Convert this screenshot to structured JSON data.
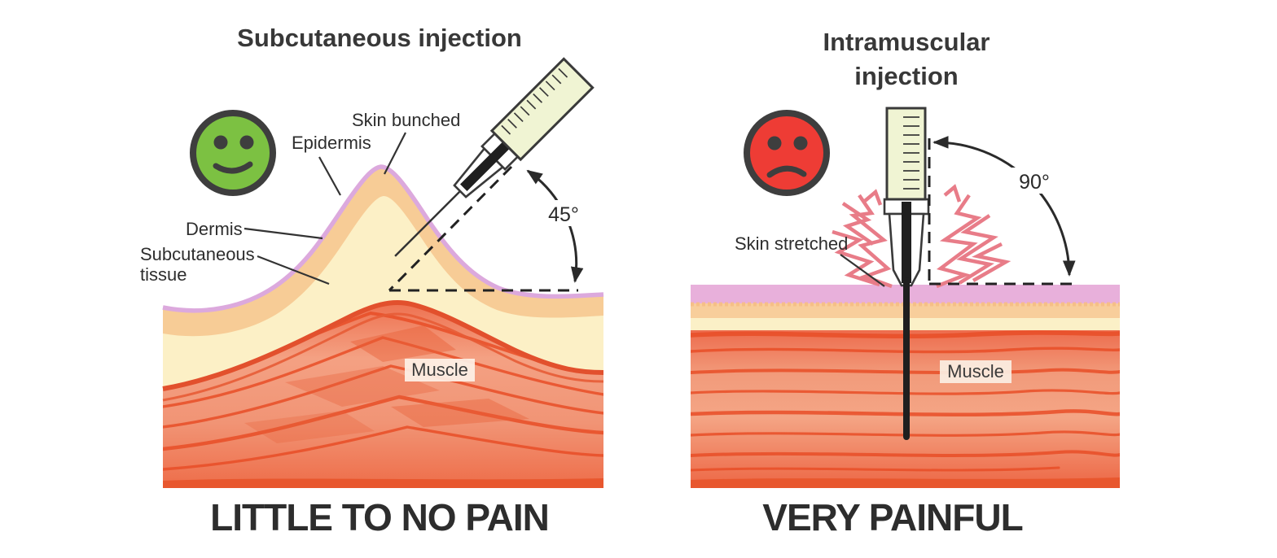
{
  "diagram": {
    "left": {
      "title": "Subcutaneous injection",
      "mood": "happy",
      "angle_label": "45°",
      "labels": {
        "skin_bunched": "Skin bunched",
        "epidermis": "Epidermis",
        "dermis": "Dermis",
        "subcutaneous_line1": "Subcutaneous",
        "subcutaneous_line2": "tissue",
        "muscle": "Muscle"
      },
      "caption": "LITTLE TO NO PAIN"
    },
    "right": {
      "title_line1": "Intramuscular",
      "title_line2": "injection",
      "mood": "sad",
      "angle_label": "90°",
      "labels": {
        "skin_stretched": "Skin stretched",
        "muscle": "Muscle"
      },
      "caption": "VERY PAINFUL"
    },
    "colors": {
      "happy_face": "#7CC142",
      "sad_face": "#EE3C35",
      "face_outline": "#3E3E3E",
      "epidermis_purple": "#DCA9DD",
      "epidermis_pink_band": "#E8B0DB",
      "dermis_peach": "#F7CC96",
      "subcutaneous_yellow": "#FCF0C6",
      "muscle_red": "#EE6D4B",
      "muscle_striation": "#E84E27",
      "muscle_outline": "#E2502D",
      "pain_zigzag": "#E87C88",
      "needle_glow": "#EE2D87",
      "syringe_barrel": "#F0F4D3",
      "ink": "#383838"
    }
  }
}
